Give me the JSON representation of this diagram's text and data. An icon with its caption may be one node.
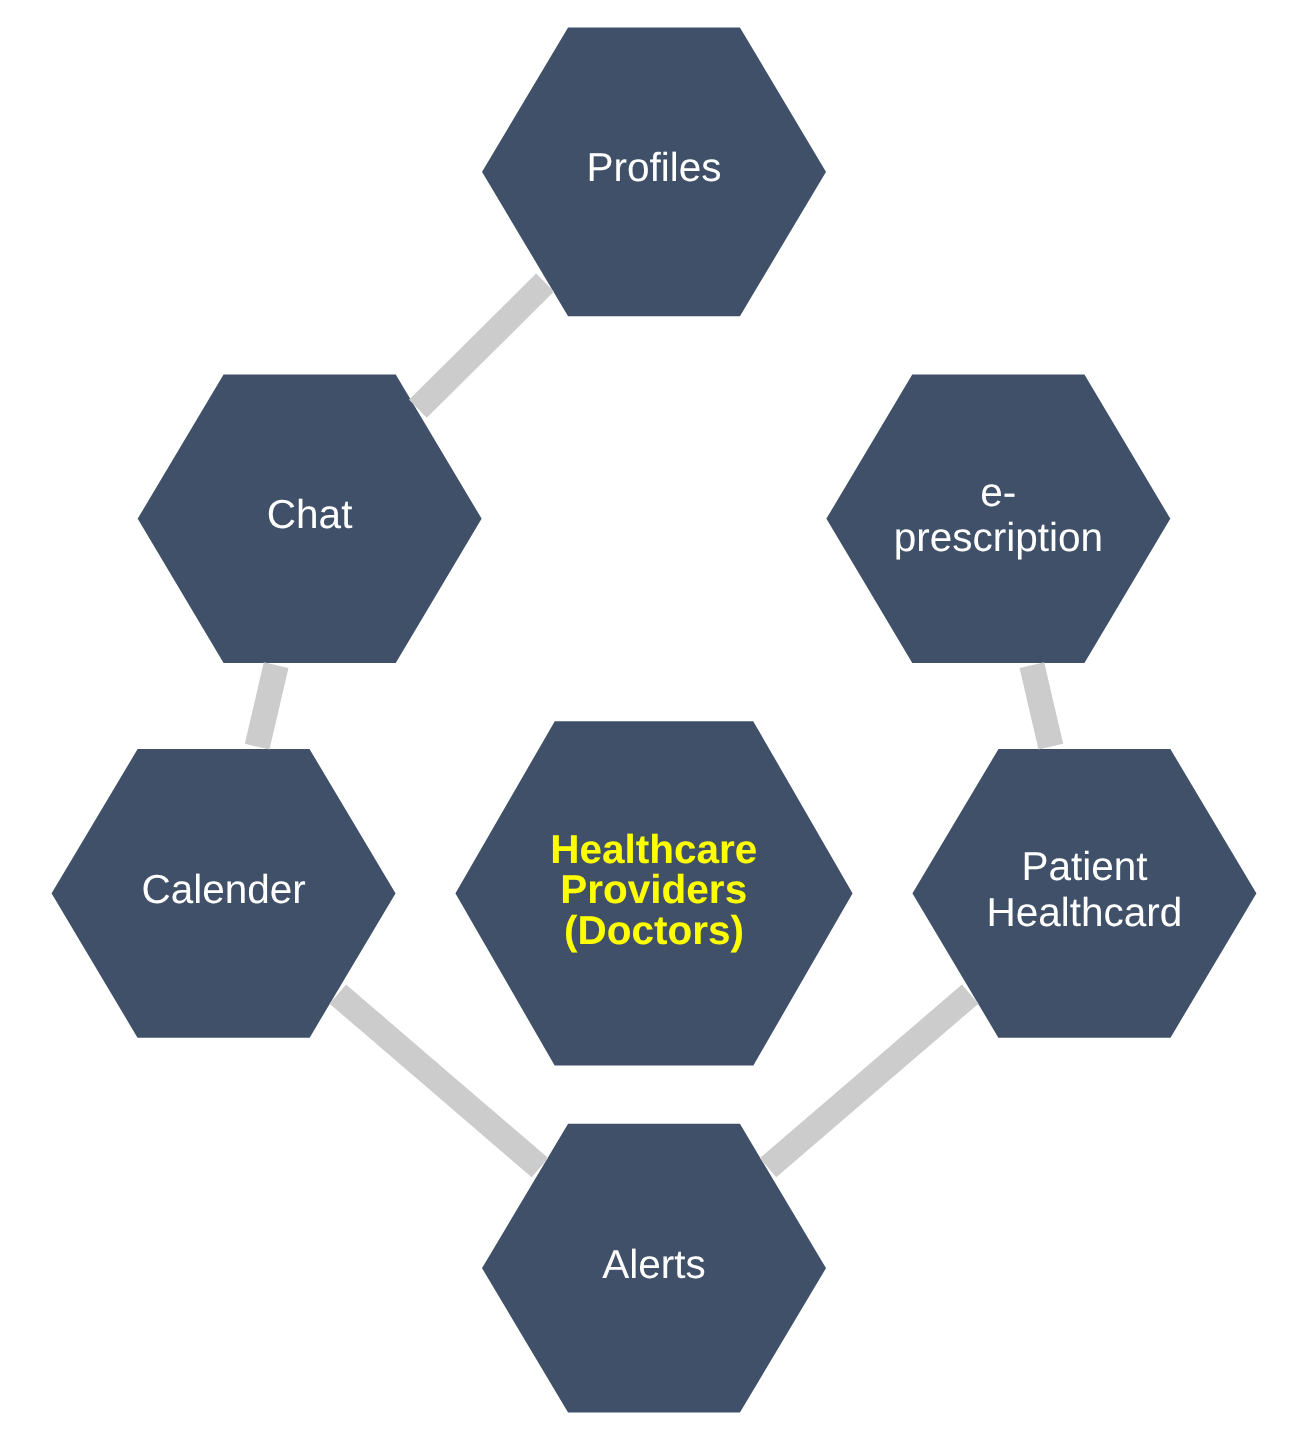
{
  "diagram": {
    "nodes": [
      {
        "text": [
          "Profiles"
        ]
      },
      {
        "text": [
          "e- prescription"
        ]
      },
      {
        "text": [
          "Chat"
        ]
      },
      {
        "text": [
          "Healthcare Providers (Doctors)"
        ]
      },
      {
        "text": [
          "Patient Healthcard"
        ]
      },
      {
        "text": [
          "Calender"
        ]
      },
      {
        "text": [
          "Alerts"
        ]
      }
    ],
    "edges": [
      {
        "from": 0,
        "to": 2,
        "arrow": "none"
      },
      {
        "from": 2,
        "to": 5,
        "arrow": "none"
      },
      {
        "from": 5,
        "to": 6,
        "arrow": "none"
      },
      {
        "from": 6,
        "to": 4,
        "arrow": "none"
      },
      {
        "from": 4,
        "to": 1,
        "arrow": "none"
      }
    ]
  }
}
